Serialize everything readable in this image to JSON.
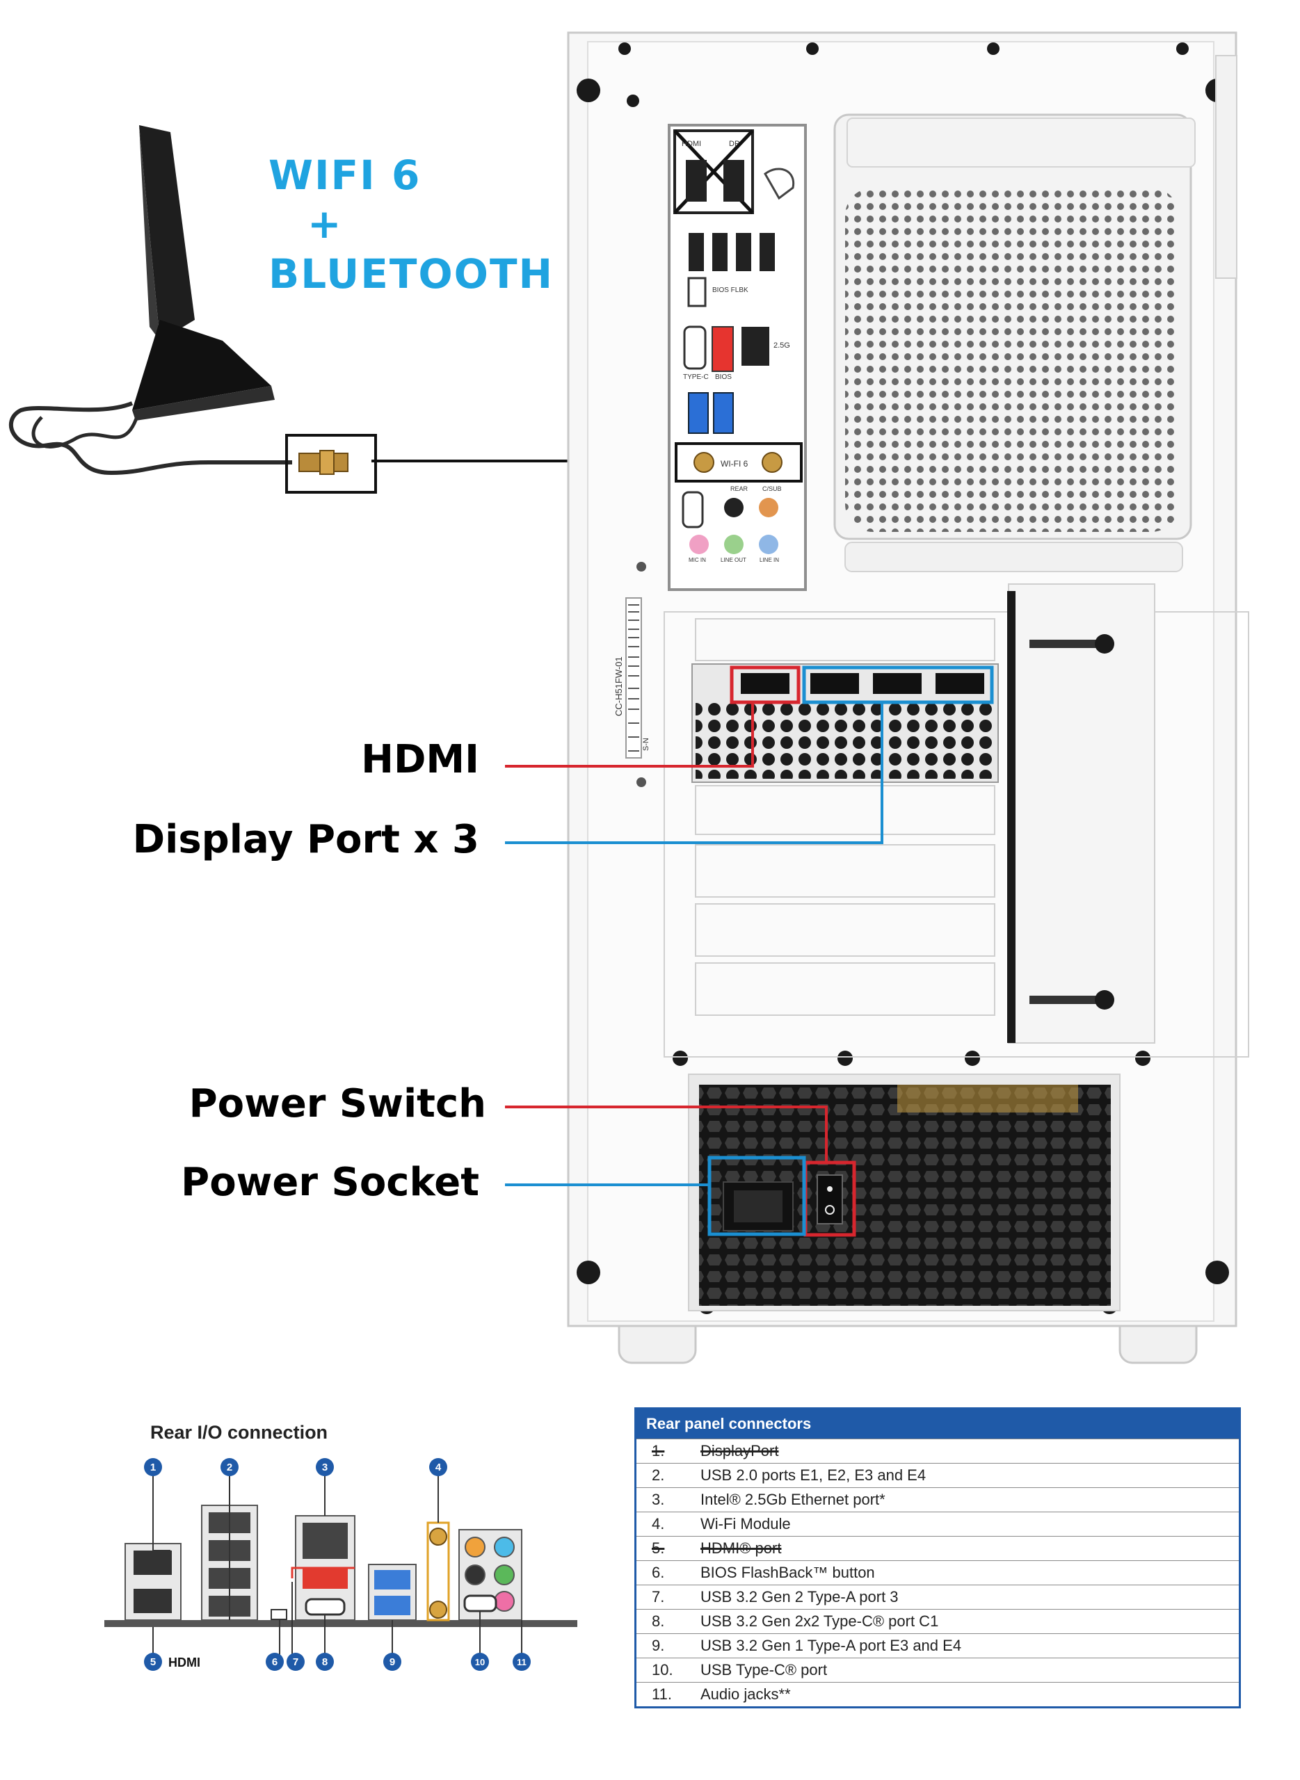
{
  "wifi_label": {
    "line1": "WIFI 6",
    "line2": "+",
    "line3": "BLUETOOTH"
  },
  "callouts": {
    "hdmi": "HDMI",
    "displayport": "Display Port x 3",
    "power_switch": "Power Switch",
    "power_socket": "Power Socket"
  },
  "case": {
    "io_labels": {
      "wifi": "WI-FI 6",
      "type_c": "TYPE-C",
      "bios": "BIOS",
      "bios_flbk": "BIOS FLBK",
      "lan_speed": "2.5G",
      "rear": "REAR",
      "c_sub": "C/SUB",
      "mic_in": "MIC IN",
      "line_out": "LINE OUT",
      "line_in": "LINE IN",
      "hdmi": "HDMI",
      "dp": "DP"
    },
    "model_sticker": "CC-H51FW-01",
    "sn_label": "S-N"
  },
  "rear_io": {
    "title": "Rear I/O connection",
    "badges": [
      "1",
      "2",
      "3",
      "4",
      "5",
      "6",
      "7",
      "8",
      "9",
      "10",
      "11"
    ],
    "hdmi_logo": "HDMI"
  },
  "table": {
    "header": "Rear panel connectors",
    "rows": [
      {
        "num": "1.",
        "label": "DisplayPort",
        "struck": true
      },
      {
        "num": "2.",
        "label": "USB 2.0 ports E1, E2, E3 and E4",
        "struck": false
      },
      {
        "num": "3.",
        "label": "Intel® 2.5Gb Ethernet port*",
        "struck": false
      },
      {
        "num": "4.",
        "label": "Wi-Fi Module",
        "struck": false
      },
      {
        "num": "5.",
        "label": "HDMI® port",
        "struck": true
      },
      {
        "num": "6.",
        "label": "BIOS FlashBack™ button",
        "struck": false
      },
      {
        "num": "7.",
        "label": "USB 3.2 Gen 2 Type-A port 3",
        "struck": false
      },
      {
        "num": "8.",
        "label": "USB 3.2 Gen 2x2 Type-C® port C1",
        "struck": false
      },
      {
        "num": "9.",
        "label": "USB 3.2 Gen 1 Type-A port E3 and E4",
        "struck": false
      },
      {
        "num": "10.",
        "label": "USB Type-C® port",
        "struck": false
      },
      {
        "num": "11.",
        "label": "Audio jacks**",
        "struck": false
      }
    ]
  },
  "colors": {
    "accent_blue": "#1fa3e0",
    "callout_red": "#d7262e",
    "callout_blue": "#1b8fd1",
    "table_blue": "#1f5aa8",
    "badge_blue": "#1f5aa8"
  }
}
